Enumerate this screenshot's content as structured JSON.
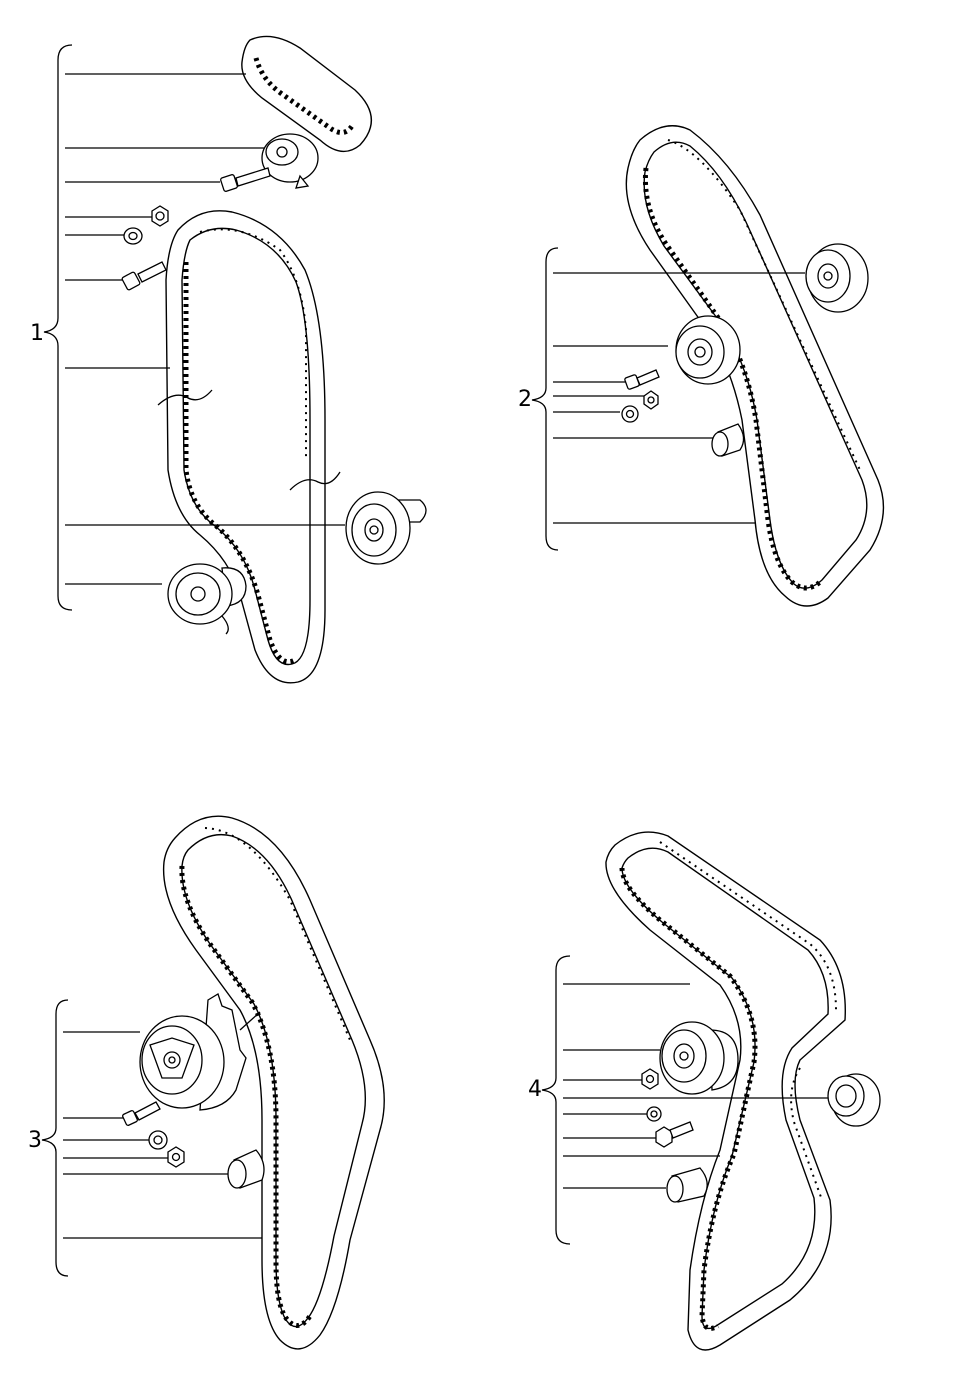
{
  "groups": [
    {
      "label": "1"
    },
    {
      "label": "2"
    },
    {
      "label": "3"
    },
    {
      "label": "4"
    }
  ],
  "colors": {
    "line": "#000000",
    "background": "#ffffff"
  }
}
